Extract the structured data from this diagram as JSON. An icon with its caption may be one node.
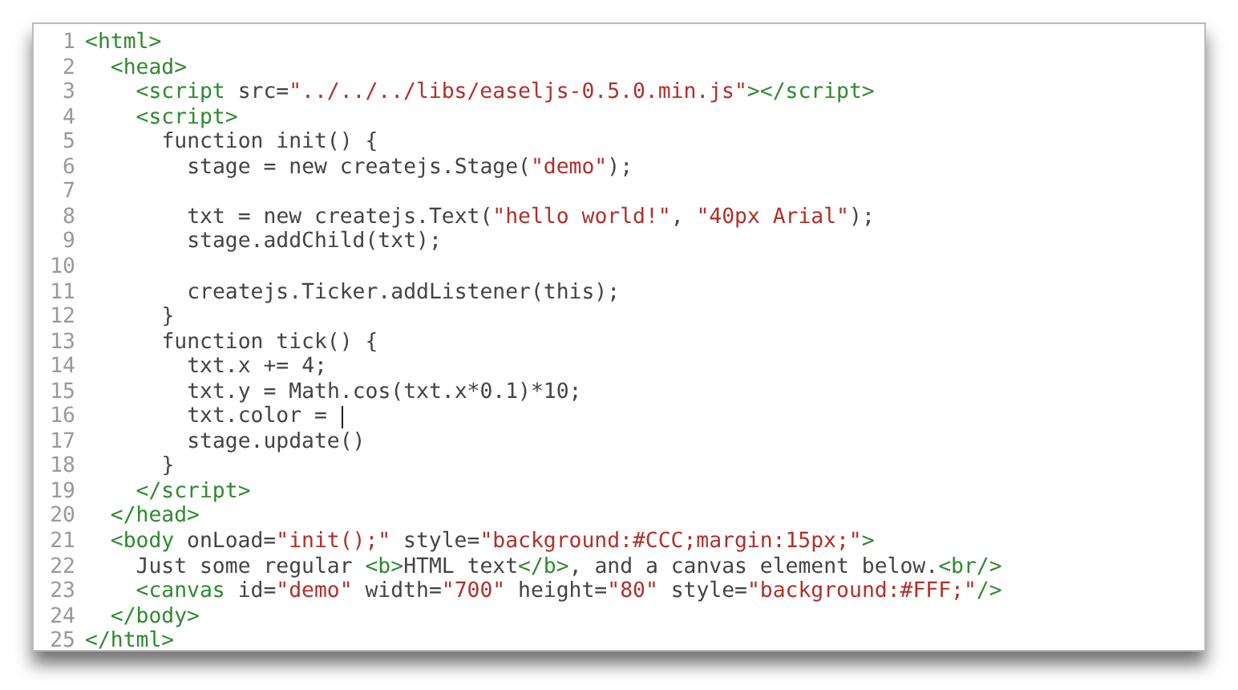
{
  "diagram": {
    "labels": [
      "1",
      "<html>",
      "2",
      "<head>",
      "3",
      "<script src=\"../../../libs/easeljs-0.5.0.min.js\"></script>",
      "4",
      "<script>",
      "5",
      "function init() {",
      "6",
      "stage = new createjs.Stage(\"demo\");",
      "7",
      "8",
      "txt = new createjs.Text(\"hello world!\", \"40px Arial\");",
      "9",
      "stage.addChild(txt);",
      "10",
      "11",
      "createjs.Ticker.addListener(this);",
      "12",
      "}",
      "13",
      "function tick() {",
      "14",
      "txt.x += 4;",
      "15",
      "txt.y = Math.cos(txt.x*0.1)*10;",
      "16",
      "txt.color =",
      "17",
      "stage.update()",
      "18",
      "}",
      "19",
      "</script>",
      "20",
      "</head>",
      "21",
      "<body onLoad=\"init();\" style=\"background:#CCC;margin:15px;\">",
      "22",
      "Just some regular <b>HTML text</b>, and a canvas element below.<br/>",
      "23",
      "<canvas id=\"demo\" width=\"700\" height=\"80\" style=\"background:#FFF;\"/>",
      "24",
      "</body>",
      "25",
      "</html>"
    ]
  }
}
